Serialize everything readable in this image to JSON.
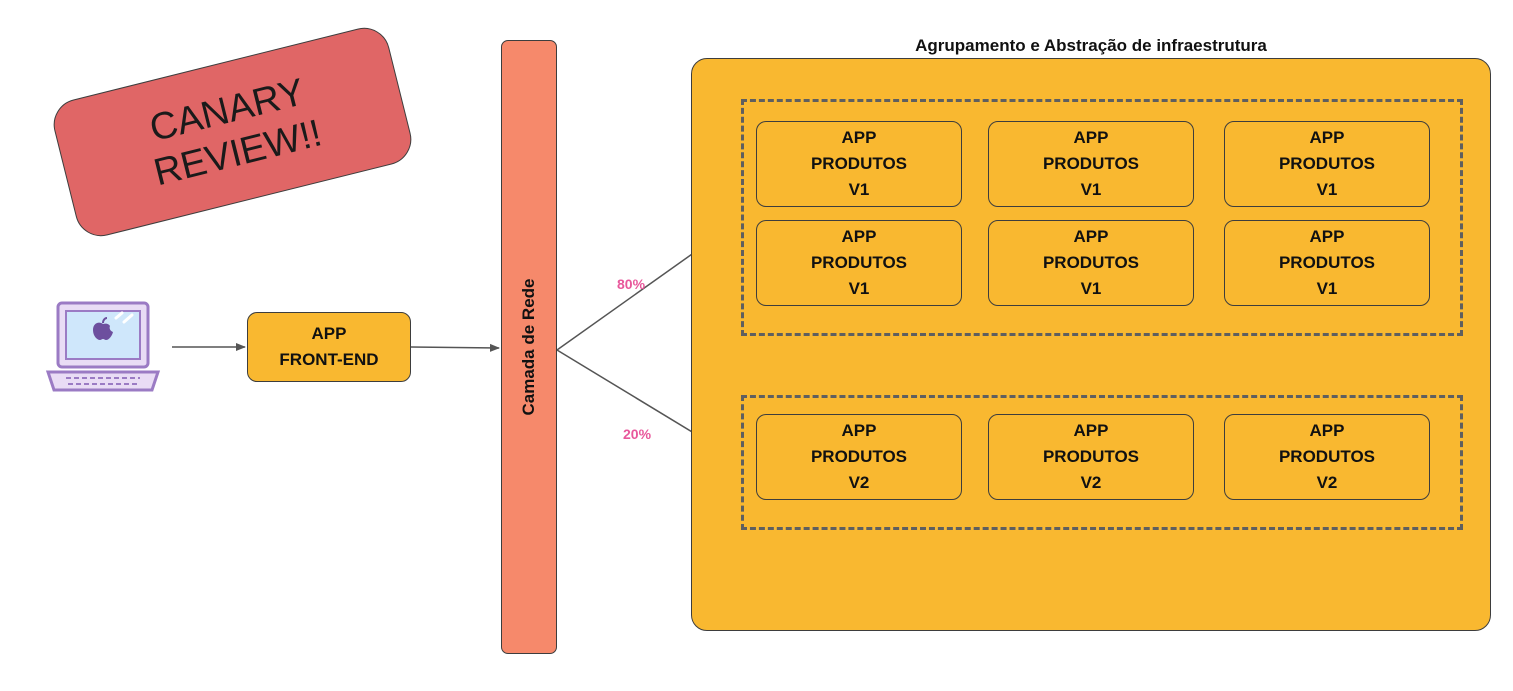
{
  "banner": {
    "text": "CANARY\nREVIEW!!",
    "color": "#e06666"
  },
  "client": {
    "icon": "laptop-icon"
  },
  "frontend": {
    "line1": "APP",
    "line2": "FRONT-END"
  },
  "network": {
    "label": "Camada de Rede"
  },
  "cluster": {
    "title": "Agrupamento e Abstração de infraestrutura"
  },
  "routes": {
    "v1_percent": "80%",
    "v2_percent": "20%"
  },
  "v1_apps": [
    {
      "line1": "APP",
      "line2": "PRODUTOS",
      "line3": "V1"
    },
    {
      "line1": "APP",
      "line2": "PRODUTOS",
      "line3": "V1"
    },
    {
      "line1": "APP",
      "line2": "PRODUTOS",
      "line3": "V1"
    },
    {
      "line1": "APP",
      "line2": "PRODUTOS",
      "line3": "V1"
    },
    {
      "line1": "APP",
      "line2": "PRODUTOS",
      "line3": "V1"
    },
    {
      "line1": "APP",
      "line2": "PRODUTOS",
      "line3": "V1"
    }
  ],
  "v2_apps": [
    {
      "line1": "APP",
      "line2": "PRODUTOS",
      "line3": "V2"
    },
    {
      "line1": "APP",
      "line2": "PRODUTOS",
      "line3": "V2"
    },
    {
      "line1": "APP",
      "line2": "PRODUTOS",
      "line3": "V2"
    }
  ],
  "colors": {
    "app_fill": "#f9b830",
    "network_fill": "#f6896b",
    "percent_text": "#e8579b"
  }
}
